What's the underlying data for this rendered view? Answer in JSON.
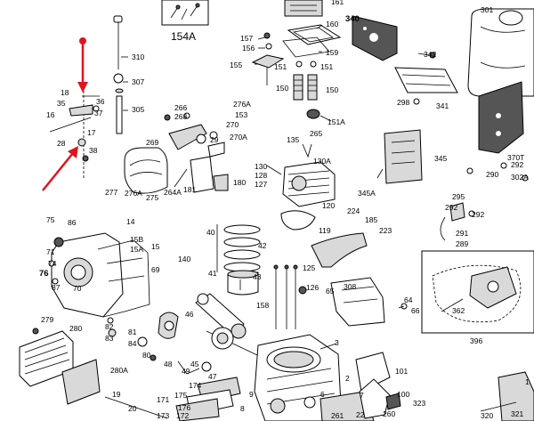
{
  "callouts": [
    {
      "id": "c154a",
      "text": "154A"
    },
    {
      "id": "c161",
      "text": "161"
    },
    {
      "id": "c340",
      "text": "340"
    },
    {
      "id": "c301",
      "text": "301"
    },
    {
      "id": "c157",
      "text": "157"
    },
    {
      "id": "c156",
      "text": "156"
    },
    {
      "id": "c160",
      "text": "160"
    },
    {
      "id": "c159",
      "text": "159"
    },
    {
      "id": "c310",
      "text": "310"
    },
    {
      "id": "c342",
      "text": "342"
    },
    {
      "id": "c155",
      "text": "155"
    },
    {
      "id": "c151a",
      "text": "151"
    },
    {
      "id": "c151b",
      "text": "151"
    },
    {
      "id": "c307",
      "text": "307"
    },
    {
      "id": "c150a",
      "text": "150"
    },
    {
      "id": "c150b",
      "text": "150"
    },
    {
      "id": "c298",
      "text": "298"
    },
    {
      "id": "c341",
      "text": "341"
    },
    {
      "id": "c18",
      "text": "18"
    },
    {
      "id": "c35",
      "text": "35"
    },
    {
      "id": "c36",
      "text": "36"
    },
    {
      "id": "c37",
      "text": "37"
    },
    {
      "id": "c305",
      "text": "305"
    },
    {
      "id": "c276a1",
      "text": "276A"
    },
    {
      "id": "c153",
      "text": "153"
    },
    {
      "id": "c266",
      "text": "266"
    },
    {
      "id": "c268",
      "text": "268"
    },
    {
      "id": "c151aa",
      "text": "151A"
    },
    {
      "id": "c16",
      "text": "16"
    },
    {
      "id": "c17",
      "text": "17"
    },
    {
      "id": "c270",
      "text": "270"
    },
    {
      "id": "c269",
      "text": "269"
    },
    {
      "id": "c29",
      "text": "29"
    },
    {
      "id": "c270a",
      "text": "270A"
    },
    {
      "id": "c135",
      "text": "135"
    },
    {
      "id": "c265",
      "text": "265"
    },
    {
      "id": "c28",
      "text": "28"
    },
    {
      "id": "c38",
      "text": "38"
    },
    {
      "id": "c130a",
      "text": "130A"
    },
    {
      "id": "c345",
      "text": "345"
    },
    {
      "id": "c370t",
      "text": "370T"
    },
    {
      "id": "c292a",
      "text": "292"
    },
    {
      "id": "c290",
      "text": "290"
    },
    {
      "id": "c302a",
      "text": "302A"
    },
    {
      "id": "c130",
      "text": "130"
    },
    {
      "id": "c128",
      "text": "128"
    },
    {
      "id": "c127",
      "text": "127"
    },
    {
      "id": "c180",
      "text": "180"
    },
    {
      "id": "c277",
      "text": "277"
    },
    {
      "id": "c276a2",
      "text": "276A"
    },
    {
      "id": "c275",
      "text": "275"
    },
    {
      "id": "c264a",
      "text": "264A"
    },
    {
      "id": "c181",
      "text": "181"
    },
    {
      "id": "c345a",
      "text": "345A"
    },
    {
      "id": "c295",
      "text": "295"
    },
    {
      "id": "c120",
      "text": "120"
    },
    {
      "id": "c292b",
      "text": "292"
    },
    {
      "id": "c224",
      "text": "224"
    },
    {
      "id": "c292c",
      "text": "292"
    },
    {
      "id": "c185",
      "text": "185"
    },
    {
      "id": "c75",
      "text": "75"
    },
    {
      "id": "c86",
      "text": "86"
    },
    {
      "id": "c14",
      "text": "14"
    },
    {
      "id": "c119",
      "text": "119"
    },
    {
      "id": "c223",
      "text": "223"
    },
    {
      "id": "c40",
      "text": "40"
    },
    {
      "id": "c42",
      "text": "42"
    },
    {
      "id": "c291",
      "text": "291"
    },
    {
      "id": "c15b",
      "text": "15B"
    },
    {
      "id": "c15a",
      "text": "15A"
    },
    {
      "id": "c15",
      "text": "15"
    },
    {
      "id": "c289",
      "text": "289"
    },
    {
      "id": "c71",
      "text": "71"
    },
    {
      "id": "c140",
      "text": "140"
    },
    {
      "id": "c41",
      "text": "41"
    },
    {
      "id": "c125",
      "text": "125"
    },
    {
      "id": "c74",
      "text": "74"
    },
    {
      "id": "c69",
      "text": "69"
    },
    {
      "id": "c76",
      "text": "76"
    },
    {
      "id": "c87",
      "text": "87"
    },
    {
      "id": "c70",
      "text": "70"
    },
    {
      "id": "c43",
      "text": "43"
    },
    {
      "id": "c126",
      "text": "126"
    },
    {
      "id": "c308",
      "text": "308"
    },
    {
      "id": "c65",
      "text": "65"
    },
    {
      "id": "c64",
      "text": "64"
    },
    {
      "id": "c66",
      "text": "66"
    },
    {
      "id": "c158",
      "text": "158"
    },
    {
      "id": "c362",
      "text": "362"
    },
    {
      "id": "c279",
      "text": "279"
    },
    {
      "id": "c46",
      "text": "46"
    },
    {
      "id": "c280",
      "text": "280"
    },
    {
      "id": "c82",
      "text": "82"
    },
    {
      "id": "c83",
      "text": "83"
    },
    {
      "id": "c81",
      "text": "81"
    },
    {
      "id": "c396",
      "text": "396"
    },
    {
      "id": "c84",
      "text": "84"
    },
    {
      "id": "c3",
      "text": "3"
    },
    {
      "id": "c80",
      "text": "80"
    },
    {
      "id": "c280a",
      "text": "280A"
    },
    {
      "id": "c48",
      "text": "48"
    },
    {
      "id": "c45",
      "text": "45"
    },
    {
      "id": "c49",
      "text": "49"
    },
    {
      "id": "c101",
      "text": "101"
    },
    {
      "id": "c47",
      "text": "47"
    },
    {
      "id": "c174",
      "text": "174"
    },
    {
      "id": "c2",
      "text": "2"
    },
    {
      "id": "c175",
      "text": "175"
    },
    {
      "id": "c100",
      "text": "100"
    },
    {
      "id": "c19",
      "text": "19"
    },
    {
      "id": "c171",
      "text": "171"
    },
    {
      "id": "c9",
      "text": "9"
    },
    {
      "id": "c176",
      "text": "176"
    },
    {
      "id": "c323",
      "text": "323"
    },
    {
      "id": "c1",
      "text": "1"
    },
    {
      "id": "c20",
      "text": "20"
    },
    {
      "id": "c173",
      "text": "173"
    },
    {
      "id": "c172",
      "text": "172"
    },
    {
      "id": "c6",
      "text": "6"
    },
    {
      "id": "c7",
      "text": "7"
    },
    {
      "id": "c8",
      "text": "8"
    },
    {
      "id": "c22",
      "text": "22"
    },
    {
      "id": "c260",
      "text": "260"
    },
    {
      "id": "c261",
      "text": "261"
    },
    {
      "id": "c320",
      "text": "320"
    },
    {
      "id": "c321",
      "text": "321"
    }
  ],
  "annotations": {
    "arrow_color": "#e0141e"
  }
}
